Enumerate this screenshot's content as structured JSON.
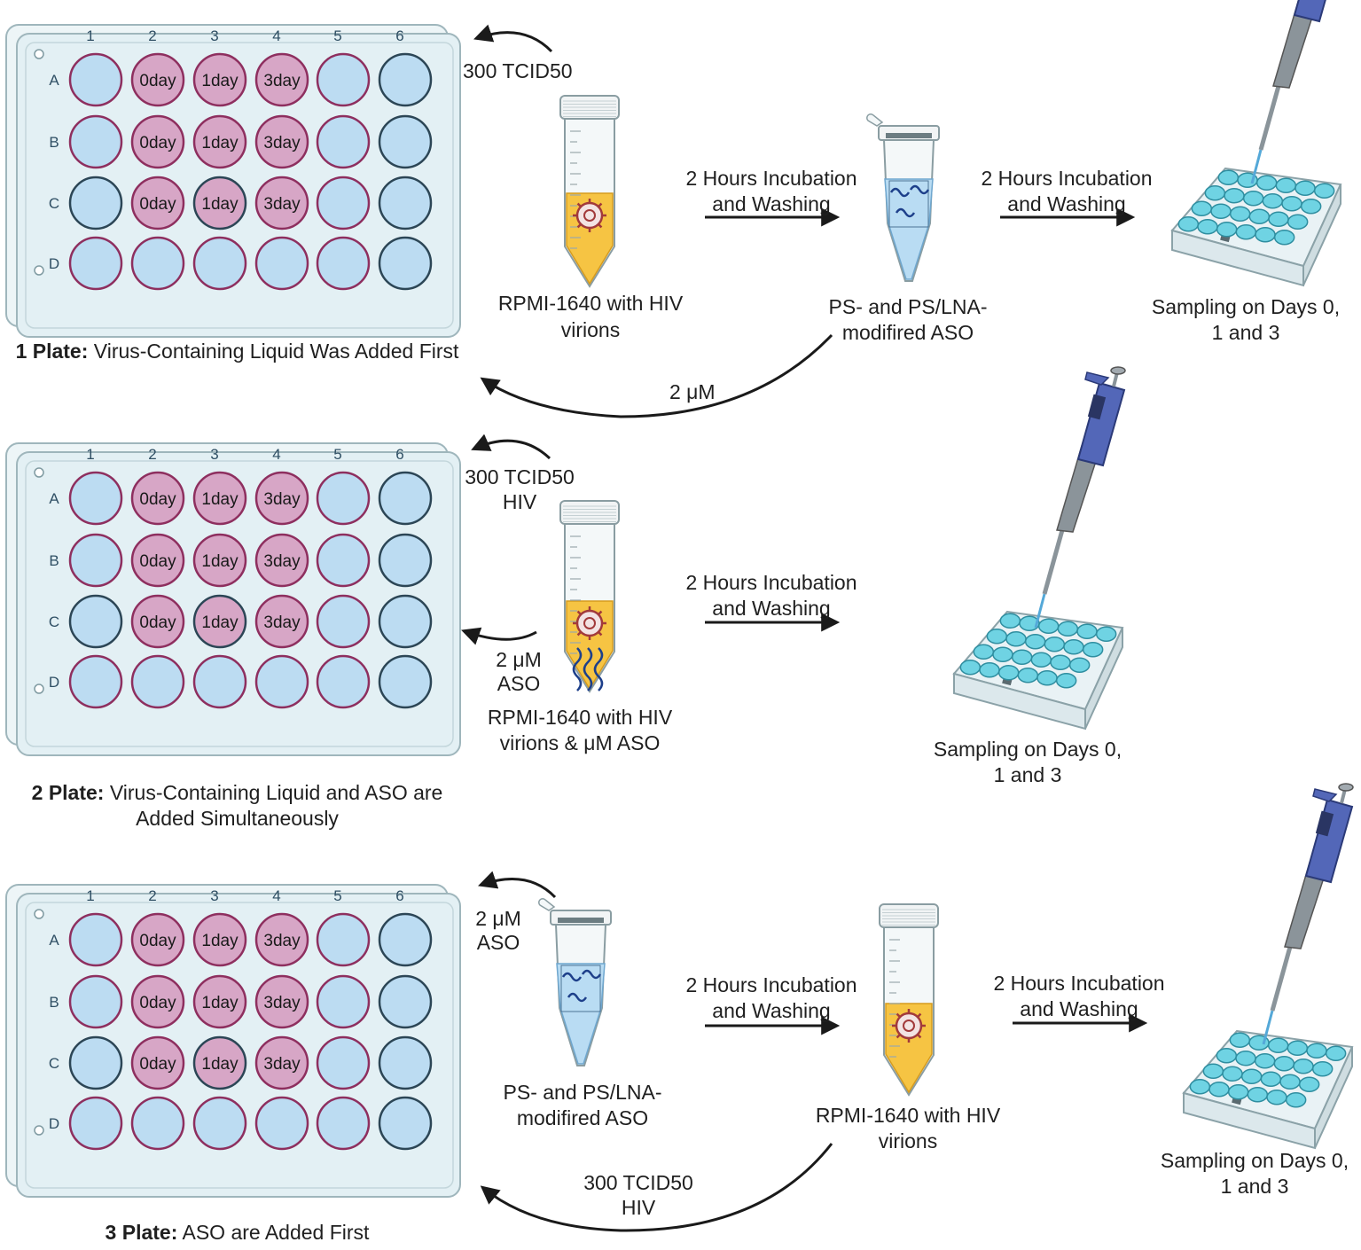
{
  "plate": {
    "columns": [
      "1",
      "2",
      "3",
      "4",
      "5",
      "6"
    ],
    "rows": [
      "A",
      "B",
      "C",
      "D"
    ],
    "well_labels": [
      [
        "",
        "0day",
        "1day",
        "3day",
        "",
        ""
      ],
      [
        "",
        "0day",
        "1day",
        "3day",
        "",
        ""
      ],
      [
        "",
        "0day",
        "1day",
        "3day",
        "",
        ""
      ],
      [
        "",
        "",
        "",
        "",
        "",
        ""
      ]
    ]
  },
  "panel1": {
    "caption_bold": "1 Plate:",
    "caption_rest": "Virus-Containing Liquid Was Added First",
    "arrow_top_label": "300 TCID50",
    "tube_label": [
      "RPMI-1640 with HIV",
      "virions"
    ],
    "step1": [
      "2 Hours Incubation",
      "and Washing"
    ],
    "aso_label": [
      "PS- and PS/LNA-",
      "modifired ASO"
    ],
    "step2": [
      "2 Hours Incubation",
      "and Washing"
    ],
    "sampling": [
      "Sampling on Days 0,",
      "1 and 3"
    ],
    "return_label": "2 μM"
  },
  "panel2": {
    "caption_bold": "2 Plate:",
    "caption_rest": "Virus-Containing Liquid and ASO are Added Simultaneously",
    "arrow_top_label": [
      "300 TCID50",
      "HIV"
    ],
    "arrow_mid_label": [
      "2 μM",
      "ASO"
    ],
    "tube_label": [
      "RPMI-1640 with HIV",
      "virions &  μM ASO"
    ],
    "step1": [
      "2 Hours Incubation",
      "and Washing"
    ],
    "sampling": [
      "Sampling on Days 0,",
      "1 and 3"
    ]
  },
  "panel3": {
    "caption_bold": "3 Plate:",
    "caption_rest": "ASO are Added First",
    "arrow_top_label": [
      "2 μM",
      "ASO"
    ],
    "aso_label": [
      "PS- and PS/LNA-",
      "modifired ASO"
    ],
    "step1": [
      "2 Hours Incubation",
      "and Washing"
    ],
    "tube_label": [
      "RPMI-1640 with HIV",
      "virions"
    ],
    "step2": [
      "2 Hours Incubation",
      "and Washing"
    ],
    "sampling": [
      "Sampling on Days 0,",
      "1 and 3"
    ],
    "return_label": [
      "300 TCID50",
      "HIV"
    ]
  },
  "colors": {
    "well_empty": "#bcdcf2",
    "well_treated": "#d7a6c6",
    "well_rim": "#8e2f5f",
    "plate_body": "#e3f0f4",
    "plate_edge": "#9fb6bc",
    "virus_medium": "#f6c443",
    "aso_liquid": "#b9dcf3",
    "culture": "#6fd3e3",
    "pipette": "#5367b8",
    "arrow": "#1a1a1a"
  }
}
